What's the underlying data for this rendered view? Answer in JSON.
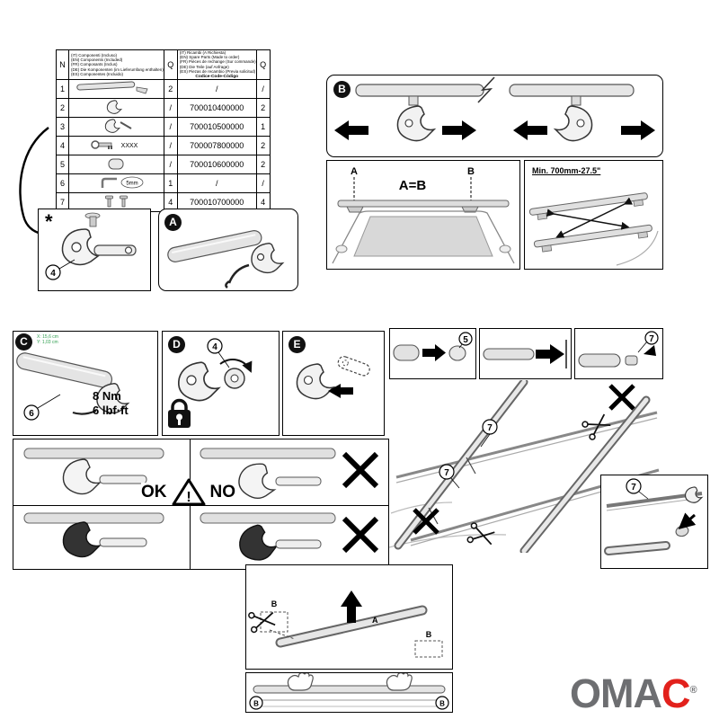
{
  "parts_table": {
    "col_n": "N",
    "col_q1": "Q",
    "col_q2": "Q",
    "included_lines": [
      "(IT) Componenti (Incluso)",
      "(EN) Components (Included)",
      "(FR) Composants (Inclus)",
      "(DE) Die Komponenten (im Lieferumfang enthalten)",
      "(ES) Componentes (Incluido)"
    ],
    "spare_lines": [
      "(IT) Ricambi (A Richiesta)",
      "(EN) Spare Parts (Made to order)",
      "(FR) Pièces de rechange (Sur commande)",
      "(DE) Die Teile (auf Anfrage)",
      "(ES) Piezas de recambio (Previa solicitud)"
    ],
    "code_label": "Codice-Code-Código",
    "rows": [
      {
        "n": "1",
        "q": "2",
        "code": "/",
        "q2": "/"
      },
      {
        "n": "2",
        "q": "/",
        "code": "700010400000",
        "q2": "2"
      },
      {
        "n": "3",
        "q": "/",
        "code": "700010500000",
        "q2": "1"
      },
      {
        "n": "4",
        "q": "/",
        "code": "700007800000",
        "q2": "2",
        "note": "XXXX"
      },
      {
        "n": "5",
        "q": "/",
        "code": "700010600000",
        "q2": "2"
      },
      {
        "n": "6",
        "q": "1",
        "code": "/",
        "q2": "/",
        "note": "5mm"
      },
      {
        "n": "7",
        "q": "4",
        "code": "700010700000",
        "q2": "4"
      }
    ]
  },
  "badges": {
    "star": "*",
    "a": "A",
    "b": "B",
    "c": "C",
    "d": "D",
    "e": "E"
  },
  "callouts": {
    "n4": "4",
    "n5": "5",
    "n6": "6",
    "n7": "7"
  },
  "labels": {
    "aeb": "A=B",
    "a": "A",
    "b": "B",
    "min_length": "Min. 700mm-27.5\"",
    "torque_nm": "8 Nm",
    "torque_lbf": "6 lbf·ft",
    "dim_x": "X: 15,6 cm",
    "dim_y": "Y: 1,03 cm",
    "ok": "OK",
    "no": "NO",
    "warning": "!"
  },
  "logo": {
    "part1": "OMA",
    "part2": "C",
    "reg": "®"
  },
  "colors": {
    "accent_red": "#e2211c",
    "logo_gray": "#6d6e71",
    "dim_green": "#2f9e4f"
  }
}
